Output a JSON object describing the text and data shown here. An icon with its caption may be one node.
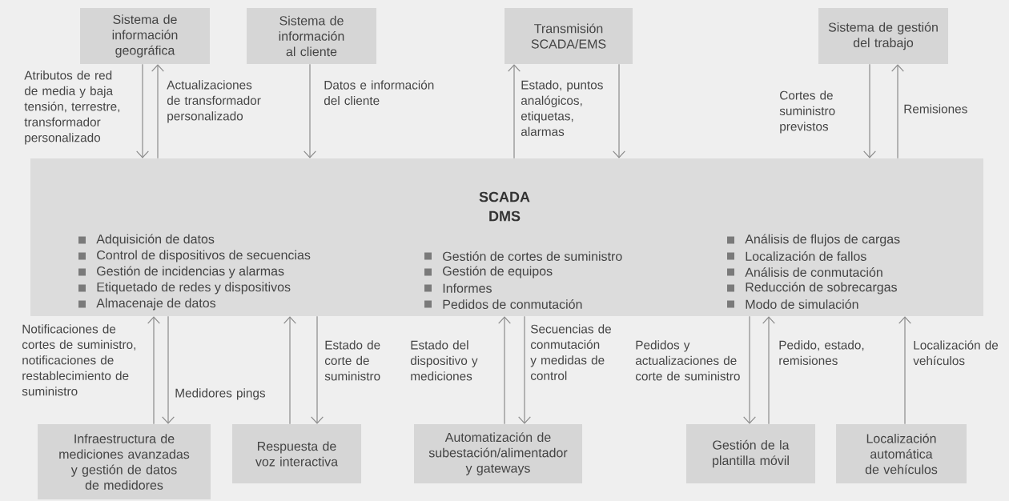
{
  "diagram": {
    "nodes": [
      {
        "text": [
          "SCADA",
          "DMS",
          "Adquisición de datos",
          "Control de dispositivos de secuencias",
          "Gestión de incidencias y alarmas",
          "Etiquetado de redes y dispositivos",
          "Almacenaje de datos",
          "Gestión de cortes de suministro",
          "Gestión de equipos",
          "Informes",
          "Pedidos de conmutación",
          "Análisis de flujos de cargas",
          "Localización de fallos",
          "Análisis de conmutación",
          "Reducción de sobrecargas",
          "Modo de simulación"
        ]
      },
      {
        "text": [
          "Sistema de información geográfica"
        ]
      },
      {
        "text": [
          "Sistema de información al cliente"
        ]
      },
      {
        "text": [
          "Transmisión SCADA/EMS"
        ]
      },
      {
        "text": [
          "Sistema de gestión del trabajo"
        ]
      },
      {
        "text": [
          "Infraestructura de mediciones avanzadas y gestión de datos de medidores"
        ]
      },
      {
        "text": [
          "Respuesta de voz interactiva"
        ]
      },
      {
        "text": [
          "Automatización de subestación/alimentador y gateways"
        ]
      },
      {
        "text": [
          "Gestión de la plantilla móvil"
        ]
      },
      {
        "text": [
          "Localización automática de vehículos"
        ]
      }
    ],
    "edges": [
      {
        "from": 1,
        "to": 0,
        "arrow": "to",
        "label": "Atributos de red de media y baja tensión, terrestre, transformador personalizado"
      },
      {
        "from": 0,
        "to": 1,
        "arrow": "to",
        "label": "Actualizaciones de transformador personalizado"
      },
      {
        "from": 2,
        "to": 0,
        "arrow": "to",
        "label": "Datos e información del cliente"
      },
      {
        "from": 3,
        "to": 0,
        "arrow": "to",
        "label": "Estado, puntos analógicos, etiquetas, alarmas"
      },
      {
        "from": 0,
        "to": 3,
        "arrow": "to"
      },
      {
        "from": 4,
        "to": 0,
        "arrow": "to",
        "label": "Cortes de suministro previstos"
      },
      {
        "from": 0,
        "to": 4,
        "arrow": "to",
        "label": "Remisiones"
      },
      {
        "from": 5,
        "to": 0,
        "arrow": "to",
        "label": "Notificaciones de cortes de suministro, notificaciones de restablecimiento de suministro"
      },
      {
        "from": 0,
        "to": 5,
        "arrow": "to",
        "label": "Medidores pings"
      },
      {
        "from": 6,
        "to": 0,
        "arrow": "to"
      },
      {
        "from": 0,
        "to": 6,
        "arrow": "to",
        "label": "Estado de corte de suministro"
      },
      {
        "from": 7,
        "to": 0,
        "arrow": "to",
        "label": "Estado del dispositivo y mediciones"
      },
      {
        "from": 0,
        "to": 7,
        "arrow": "to",
        "label": "Secuencias de conmutación y medidas de control"
      },
      {
        "from": 0,
        "to": 8,
        "arrow": "to",
        "label": "Pedidos y actualizaciones de corte de suministro"
      },
      {
        "from": 8,
        "to": 0,
        "arrow": "to",
        "label": "Pedido, estado, remisiones"
      },
      {
        "from": 9,
        "to": 0,
        "arrow": "to",
        "label": "Localización de vehículos"
      }
    ]
  }
}
